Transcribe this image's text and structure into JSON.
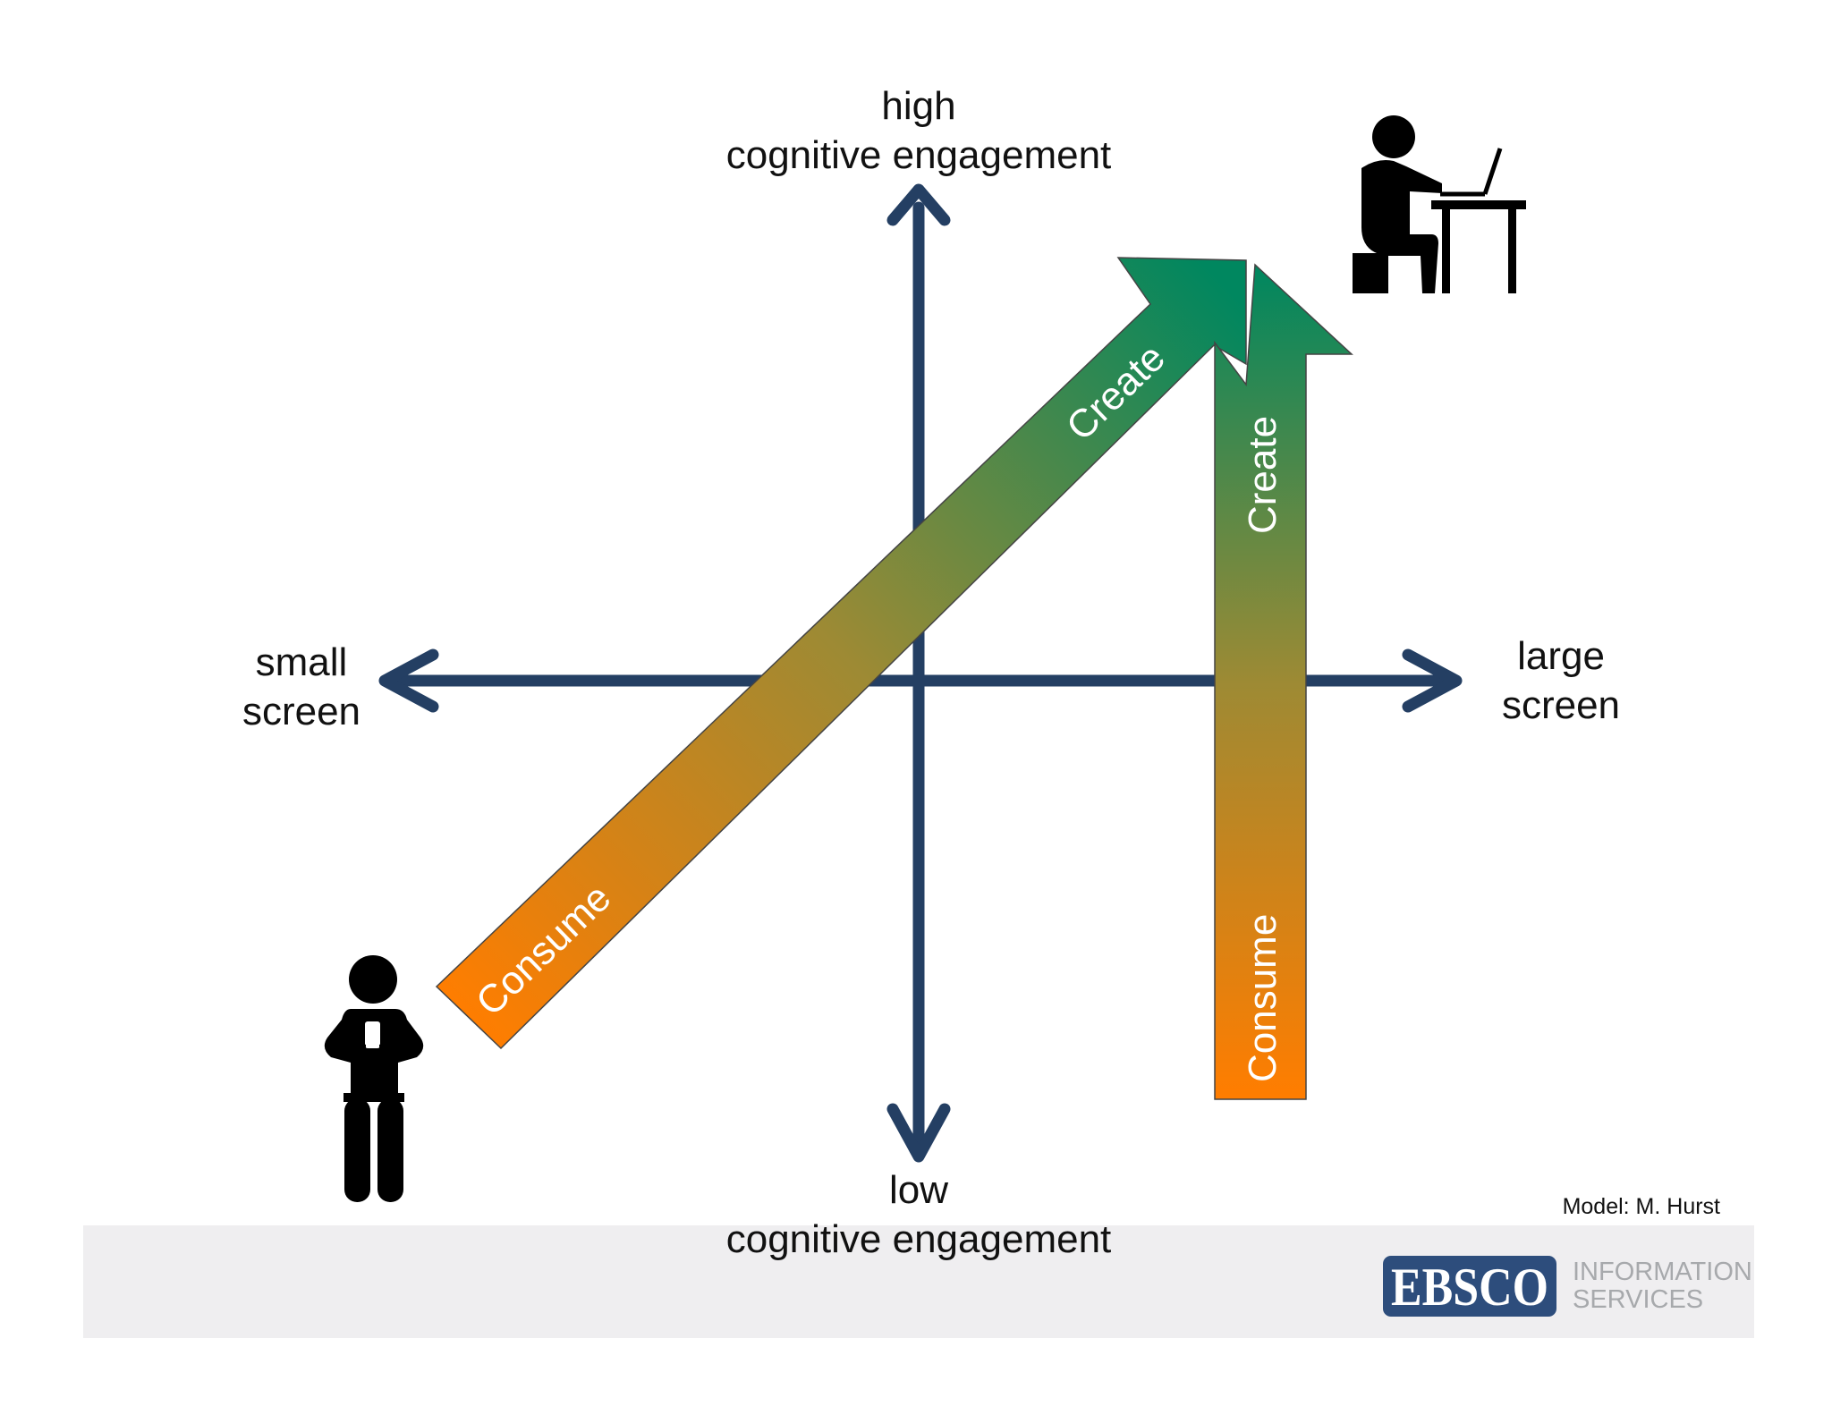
{
  "axes": {
    "top": {
      "line1": "high",
      "line2": "cognitive engagement"
    },
    "bottom": {
      "line1": "low",
      "line2": "cognitive engagement"
    },
    "left": {
      "line1": "small",
      "line2": "screen"
    },
    "right": {
      "line1": "large",
      "line2": "screen"
    }
  },
  "arrows": {
    "diagonal": {
      "start_label": "Consume",
      "end_label": "Create"
    },
    "vertical": {
      "start_label": "Consume",
      "end_label": "Create"
    }
  },
  "icons": {
    "small_screen_user": "person-with-phone-icon",
    "large_screen_user": "person-at-laptop-desk-icon"
  },
  "credit": "Model: M. Hurst",
  "logo": {
    "wordmark": "EBSCO",
    "line1": "INFORMATION",
    "line2": "SERVICES"
  },
  "colors": {
    "axis": "#243f63",
    "gradient_start": "#ff7d00",
    "gradient_end": "#00875f",
    "footer_band": "#efeef0",
    "logo_box": "#2d4d7c",
    "logo_text": "#a7a9ac"
  }
}
